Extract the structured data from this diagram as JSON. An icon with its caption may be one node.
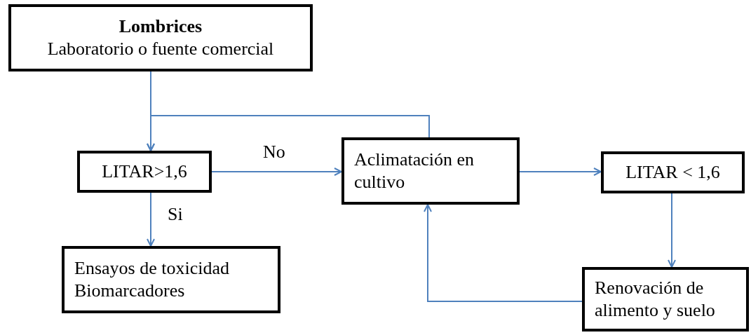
{
  "diagram": {
    "nodes": [
      {
        "text": [
          "Lombrices",
          "Laboratorio o fuente comercial"
        ]
      },
      {
        "text": [
          "LITAR>1,6"
        ]
      },
      {
        "text": [
          "Aclimatación en cultivo"
        ]
      },
      {
        "text": [
          "LITAR < 1,6"
        ]
      },
      {
        "text": [
          "Ensayos de toxicidad",
          "Biomarcadores"
        ]
      },
      {
        "text": [
          "Renovación de alimento y suelo"
        ]
      }
    ],
    "edges": [
      {
        "from": 0,
        "to": 1,
        "arrow": "to"
      },
      {
        "from": 2,
        "to": 1,
        "arrow": "to"
      },
      {
        "from": 1,
        "to": 2,
        "arrow": "to",
        "label": "No"
      },
      {
        "from": 1,
        "to": 4,
        "arrow": "to",
        "label": "Si"
      },
      {
        "from": 2,
        "to": 3,
        "arrow": "to"
      },
      {
        "from": 3,
        "to": 5,
        "arrow": "to"
      },
      {
        "from": 5,
        "to": 2,
        "arrow": "to"
      }
    ]
  }
}
